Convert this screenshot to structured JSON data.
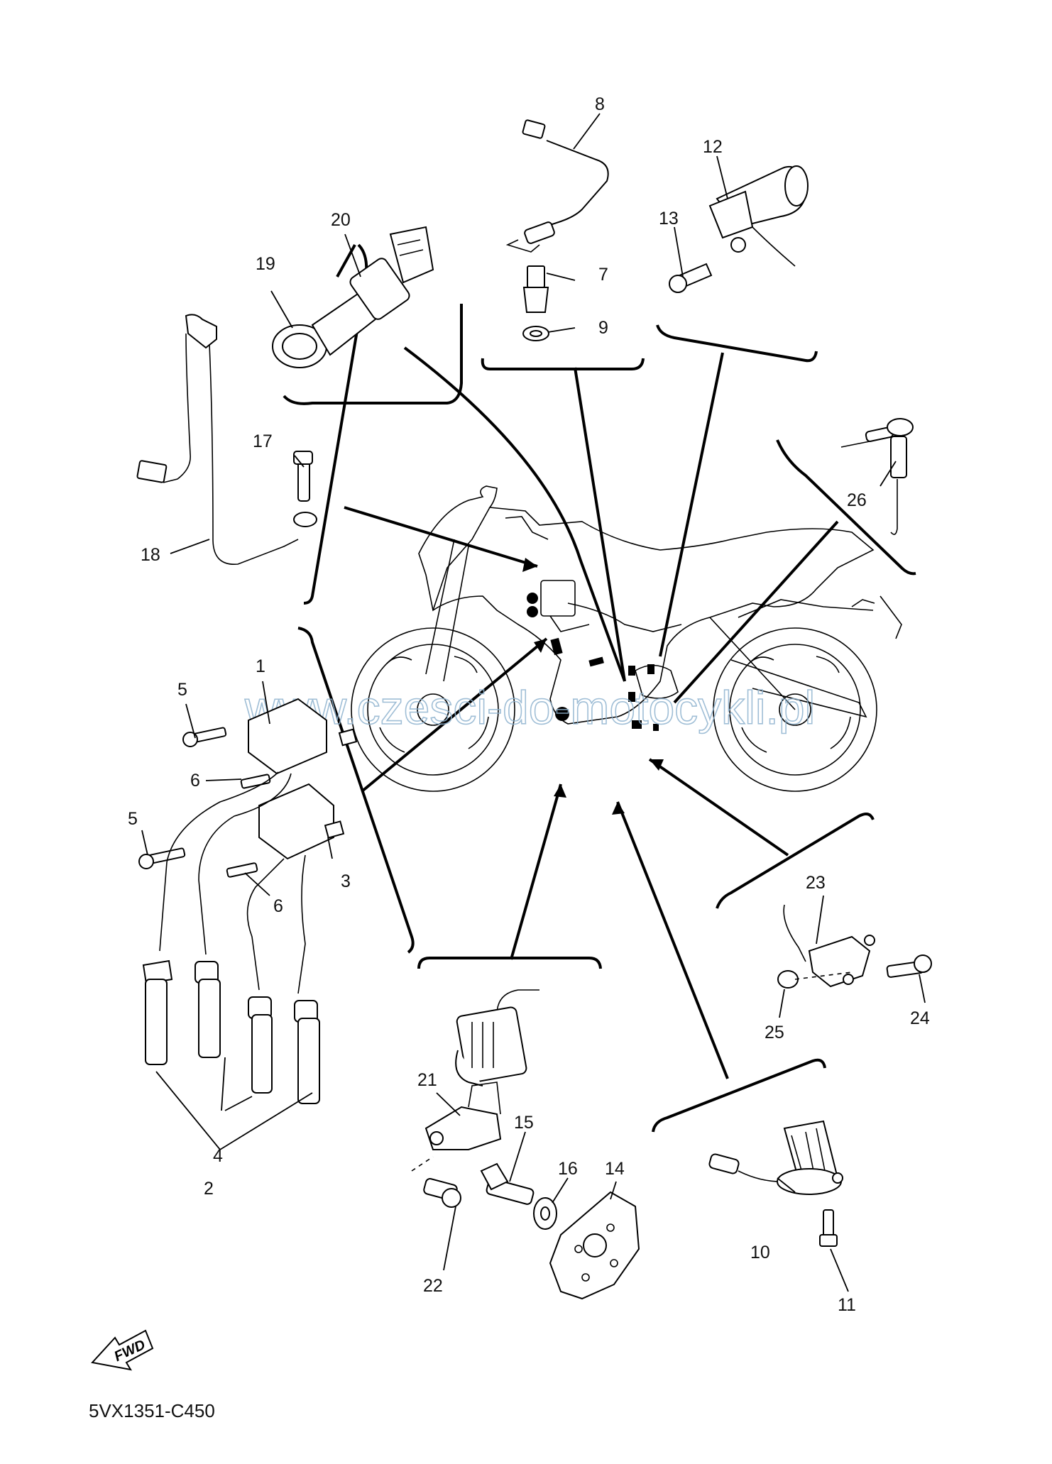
{
  "watermark": "www.czesci-do-motocykli.pl",
  "diagram_code": "5VX1351-C450",
  "fwd_label": "FWD",
  "callouts": [
    "1",
    "2",
    "3",
    "4",
    "5",
    "5",
    "6",
    "6",
    "7",
    "8",
    "9",
    "10",
    "11",
    "12",
    "13",
    "14",
    "15",
    "16",
    "17",
    "18",
    "19",
    "20",
    "21",
    "22",
    "23",
    "24",
    "25",
    "26"
  ]
}
